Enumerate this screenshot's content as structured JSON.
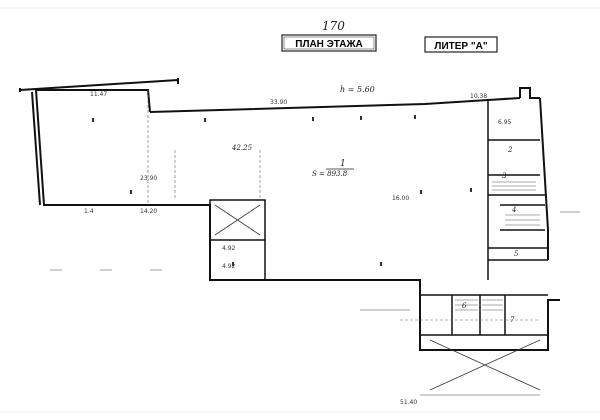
{
  "header": {
    "sheet_number": "170",
    "plan_title": "ПЛАН ЭТАЖА",
    "liter_label": "ЛИТЕР \"А\""
  },
  "main_hall": {
    "height_note": "h = 5.60",
    "area": "42.25",
    "room_number": "1",
    "area_formula": "S = 893.8"
  },
  "dimensions": {
    "top_left": "11.47",
    "top_mid": "33.90",
    "top_right": "10.38",
    "left_wall": "23.90",
    "lower_left_a": "14.20",
    "lower_left_b": "1.4",
    "right_span": "16.00",
    "far_right": "6.95",
    "bottom_total": "51.40",
    "stair_a": "4.92",
    "stair_b": "4.92"
  },
  "rooms": {
    "r2": "2",
    "r3": "3",
    "r4": "4",
    "r5": "5",
    "r6": "6",
    "r7": "7"
  }
}
